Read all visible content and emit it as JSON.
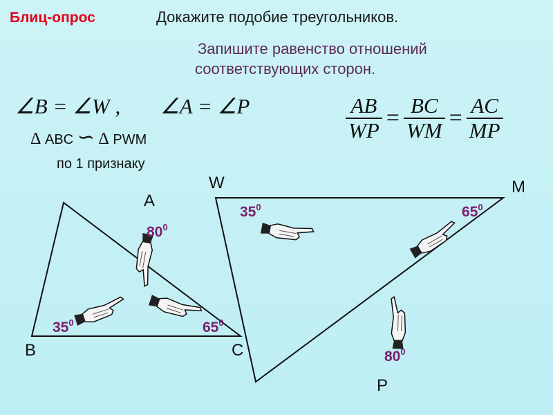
{
  "header": {
    "blitz": "Блиц-опрос",
    "prove": "Докажите подобие треугольников.",
    "instruction_line1": "Запишите равенство отношений",
    "instruction_line2": "соответствующих сторон."
  },
  "equalities": {
    "eq1": "∠B = ∠W ,",
    "eq2": "∠A = ∠P"
  },
  "similarity": {
    "triangle_symbol": "Δ",
    "left": "ABC",
    "sim_symbol": "∽",
    "right": "PWM",
    "criterion": "по 1 признаку"
  },
  "ratio": {
    "f1_num": "AB",
    "f1_den": "WP",
    "f2_num": "BC",
    "f2_den": "WM",
    "f3_num": "AC",
    "f3_den": "MP",
    "eq": "="
  },
  "vertices": {
    "A": "A",
    "B": "B",
    "C": "C",
    "W": "W",
    "M": "M",
    "P": "P"
  },
  "angles": {
    "abc_A": "80",
    "abc_B": "35",
    "abc_C": "65",
    "pwm_W": "35",
    "pwm_M": "65",
    "pwm_P": "80",
    "superscript": "0"
  },
  "colors": {
    "title_red": "#e3001b",
    "angle_purple": "#7a1f6e",
    "background": "#c4f0f5"
  }
}
